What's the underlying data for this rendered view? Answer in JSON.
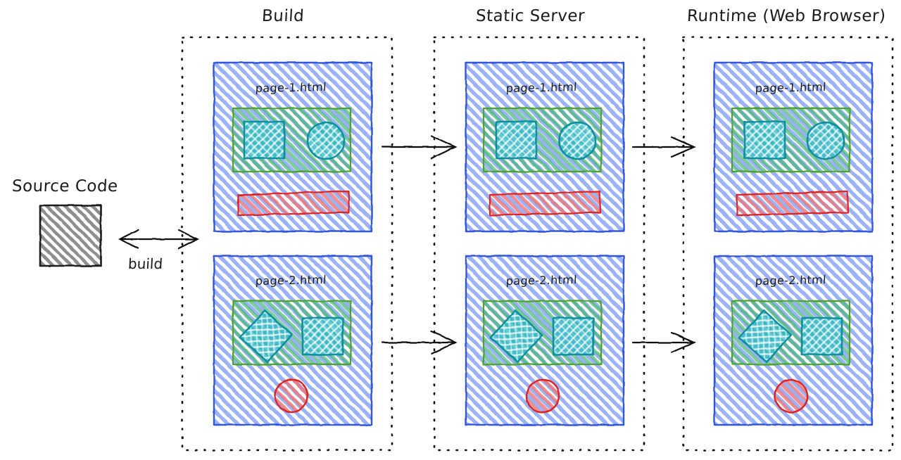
{
  "diagram": {
    "title_source": "Source Code",
    "build_arrow_label": "build",
    "columns": [
      {
        "id": "build",
        "title": "Build"
      },
      {
        "id": "static-server",
        "title": "Static Server"
      },
      {
        "id": "runtime",
        "title": "Runtime (Web Browser)"
      }
    ],
    "pages": [
      {
        "id": "page-1",
        "label": "page-1.html"
      },
      {
        "id": "page-2",
        "label": "page-2.html"
      }
    ],
    "cards": [
      {
        "column": "build",
        "page": "page-1",
        "label": "page-1.html"
      },
      {
        "column": "build",
        "page": "page-2",
        "label": "page-2.html"
      },
      {
        "column": "static-server",
        "page": "page-1",
        "label": "page-1.html"
      },
      {
        "column": "static-server",
        "page": "page-2",
        "label": "page-2.html"
      },
      {
        "column": "runtime",
        "page": "page-1",
        "label": "page-1.html"
      },
      {
        "column": "runtime",
        "page": "page-2",
        "label": "page-2.html"
      }
    ],
    "shapes": {
      "page-1": [
        "square",
        "circle",
        "red-bar"
      ],
      "page-2": [
        "diamond",
        "square",
        "red-circle"
      ]
    },
    "colors": {
      "card_border": "#3355dd",
      "card_fill": "#6f8ff0",
      "green_border": "#4ea32a",
      "green_fill": "#35b36a",
      "teal_border": "#0d8f9e",
      "teal_fill": "#13b4c4",
      "red_border": "#e02020",
      "red_fill": "#f06666",
      "source_border": "#1a1a1a",
      "source_fill": "#777777",
      "dotted_border": "#111111",
      "arrow": "#111111",
      "text": "#1a1a1a"
    }
  }
}
